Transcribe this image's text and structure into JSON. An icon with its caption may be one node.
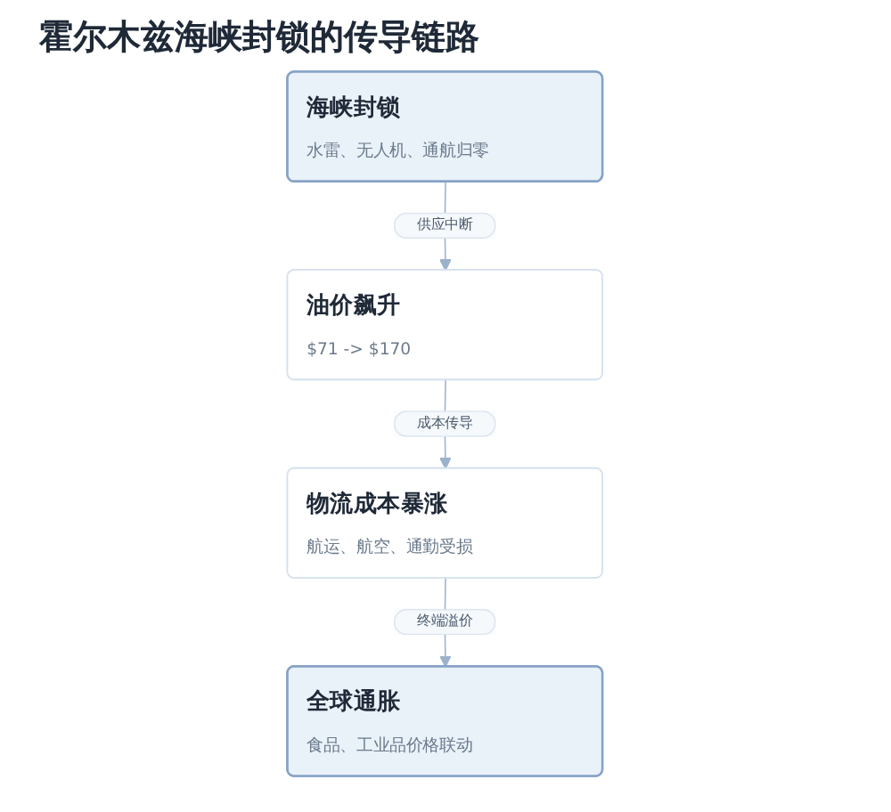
{
  "diagram": {
    "title": "霍尔木兹海峡封锁的传导链路",
    "nodes": [
      {
        "text": [
          "海峡封锁",
          "水雷、无人机、通航归零"
        ]
      },
      {
        "text": [
          "油价飙升",
          "$71 -> $170"
        ]
      },
      {
        "text": [
          "物流成本暴涨",
          "航运、航空、通勤受损"
        ]
      },
      {
        "text": [
          "全球通胀",
          "食品、工业品价格联动"
        ]
      }
    ],
    "edges": [
      {
        "from": 0,
        "to": 1,
        "arrow": "to",
        "label": "供应中断"
      },
      {
        "from": 1,
        "to": 2,
        "arrow": "to",
        "label": "成本传导"
      },
      {
        "from": 2,
        "to": 3,
        "arrow": "to",
        "label": "终端溢价"
      }
    ]
  }
}
